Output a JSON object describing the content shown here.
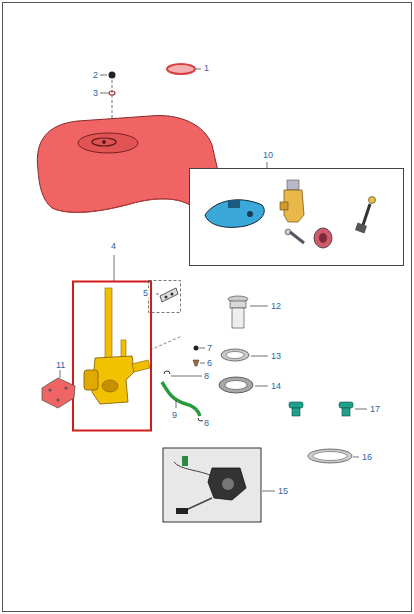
{
  "diagram": {
    "labels": [
      "1",
      "2",
      "3",
      "10",
      "4",
      "5",
      "7",
      "6",
      "8",
      "9",
      "8",
      "11",
      "12",
      "13",
      "14",
      "17",
      "15",
      "16"
    ]
  }
}
